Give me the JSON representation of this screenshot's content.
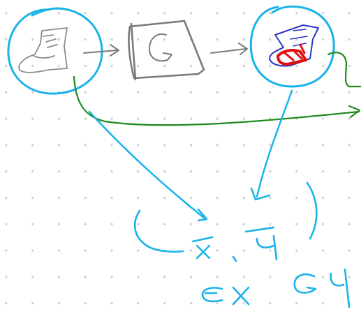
{
  "canvas": {
    "background": "#ffffff",
    "dot_grid_color": "#c8c8c8"
  },
  "ink_colors": {
    "cyan": "#1ab3e8",
    "gray": "#7a7a7a",
    "green": "#1e8a1e",
    "blue": "#2a35c8",
    "red": "#e01010"
  },
  "icons": {
    "input_image": "sketch-shoe-icon",
    "generator": "generator-box-icon",
    "output_image": "generated-shoe-icon"
  },
  "labels": {
    "generator_letter": "G",
    "pair_x": "x",
    "pair_y": "y",
    "bottom_expr_left": "x",
    "bottom_expr_right_g": "G",
    "bottom_expr_right_y": "y"
  }
}
